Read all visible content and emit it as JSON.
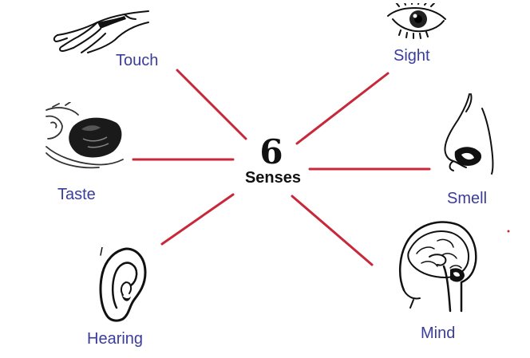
{
  "center": {
    "number": "6",
    "word": "Senses"
  },
  "senses": [
    {
      "id": "touch",
      "label": "Touch"
    },
    {
      "id": "sight",
      "label": "Sight"
    },
    {
      "id": "taste",
      "label": "Taste"
    },
    {
      "id": "smell",
      "label": "Smell"
    },
    {
      "id": "hearing",
      "label": "Hearing"
    },
    {
      "id": "mind",
      "label": "Mind"
    }
  ],
  "colors": {
    "connector": "#c8283a",
    "label": "#3a3d9a",
    "center_text": "#111111"
  }
}
